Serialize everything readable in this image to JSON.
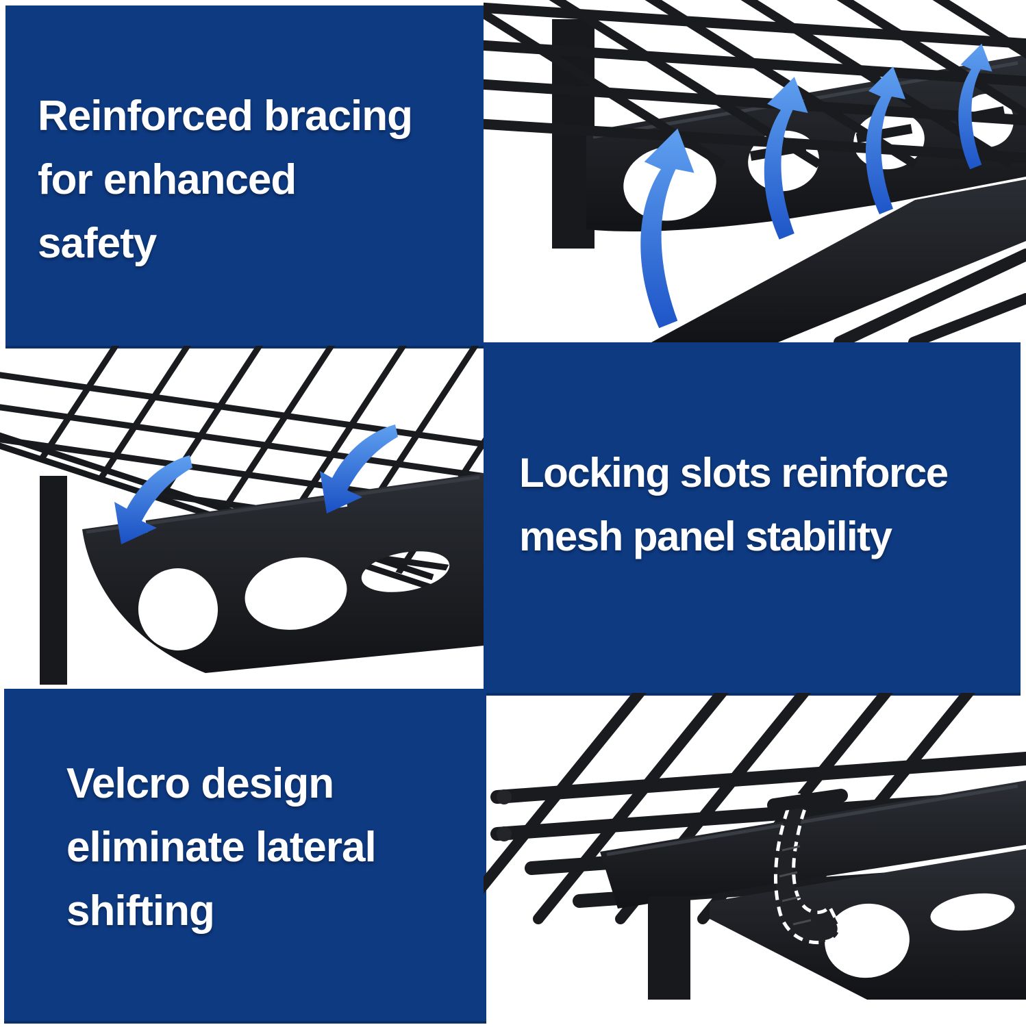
{
  "page": {
    "kind": "product-feature-infographic",
    "product": "garage wall shelf wire rack"
  },
  "colors": {
    "panel_blue": "#0e3a82",
    "panel_edge_dark": "#09275c",
    "arrow_blue": "#1e55c8",
    "arrow_blue_light": "#5fa0f0",
    "metal_dark": "#1b1d21",
    "metal_mid": "#2a2d33",
    "text": "#ffffff",
    "background": "#ffffff"
  },
  "features": [
    {
      "id": "reinforced-bracing",
      "title_lines": [
        "Reinforced bracing",
        "for enhanced",
        "safety"
      ],
      "layout": "text-left-photo-right",
      "photo": "black bracket with cutout holes, four blue arrows pointing up"
    },
    {
      "id": "locking-slots",
      "title_lines": [
        "Locking slots reinforce",
        "mesh panel stability"
      ],
      "layout": "photo-left-text-right",
      "photo": "wire mesh panel over bracket, two blue arrows pointing down into locking slots"
    },
    {
      "id": "velcro-design",
      "title_lines": [
        "Velcro design",
        "eliminate lateral",
        "shifting"
      ],
      "layout": "text-left-photo-right",
      "photo": "velcro strap highlighted with white dashed outline wrapping rack beam"
    }
  ]
}
